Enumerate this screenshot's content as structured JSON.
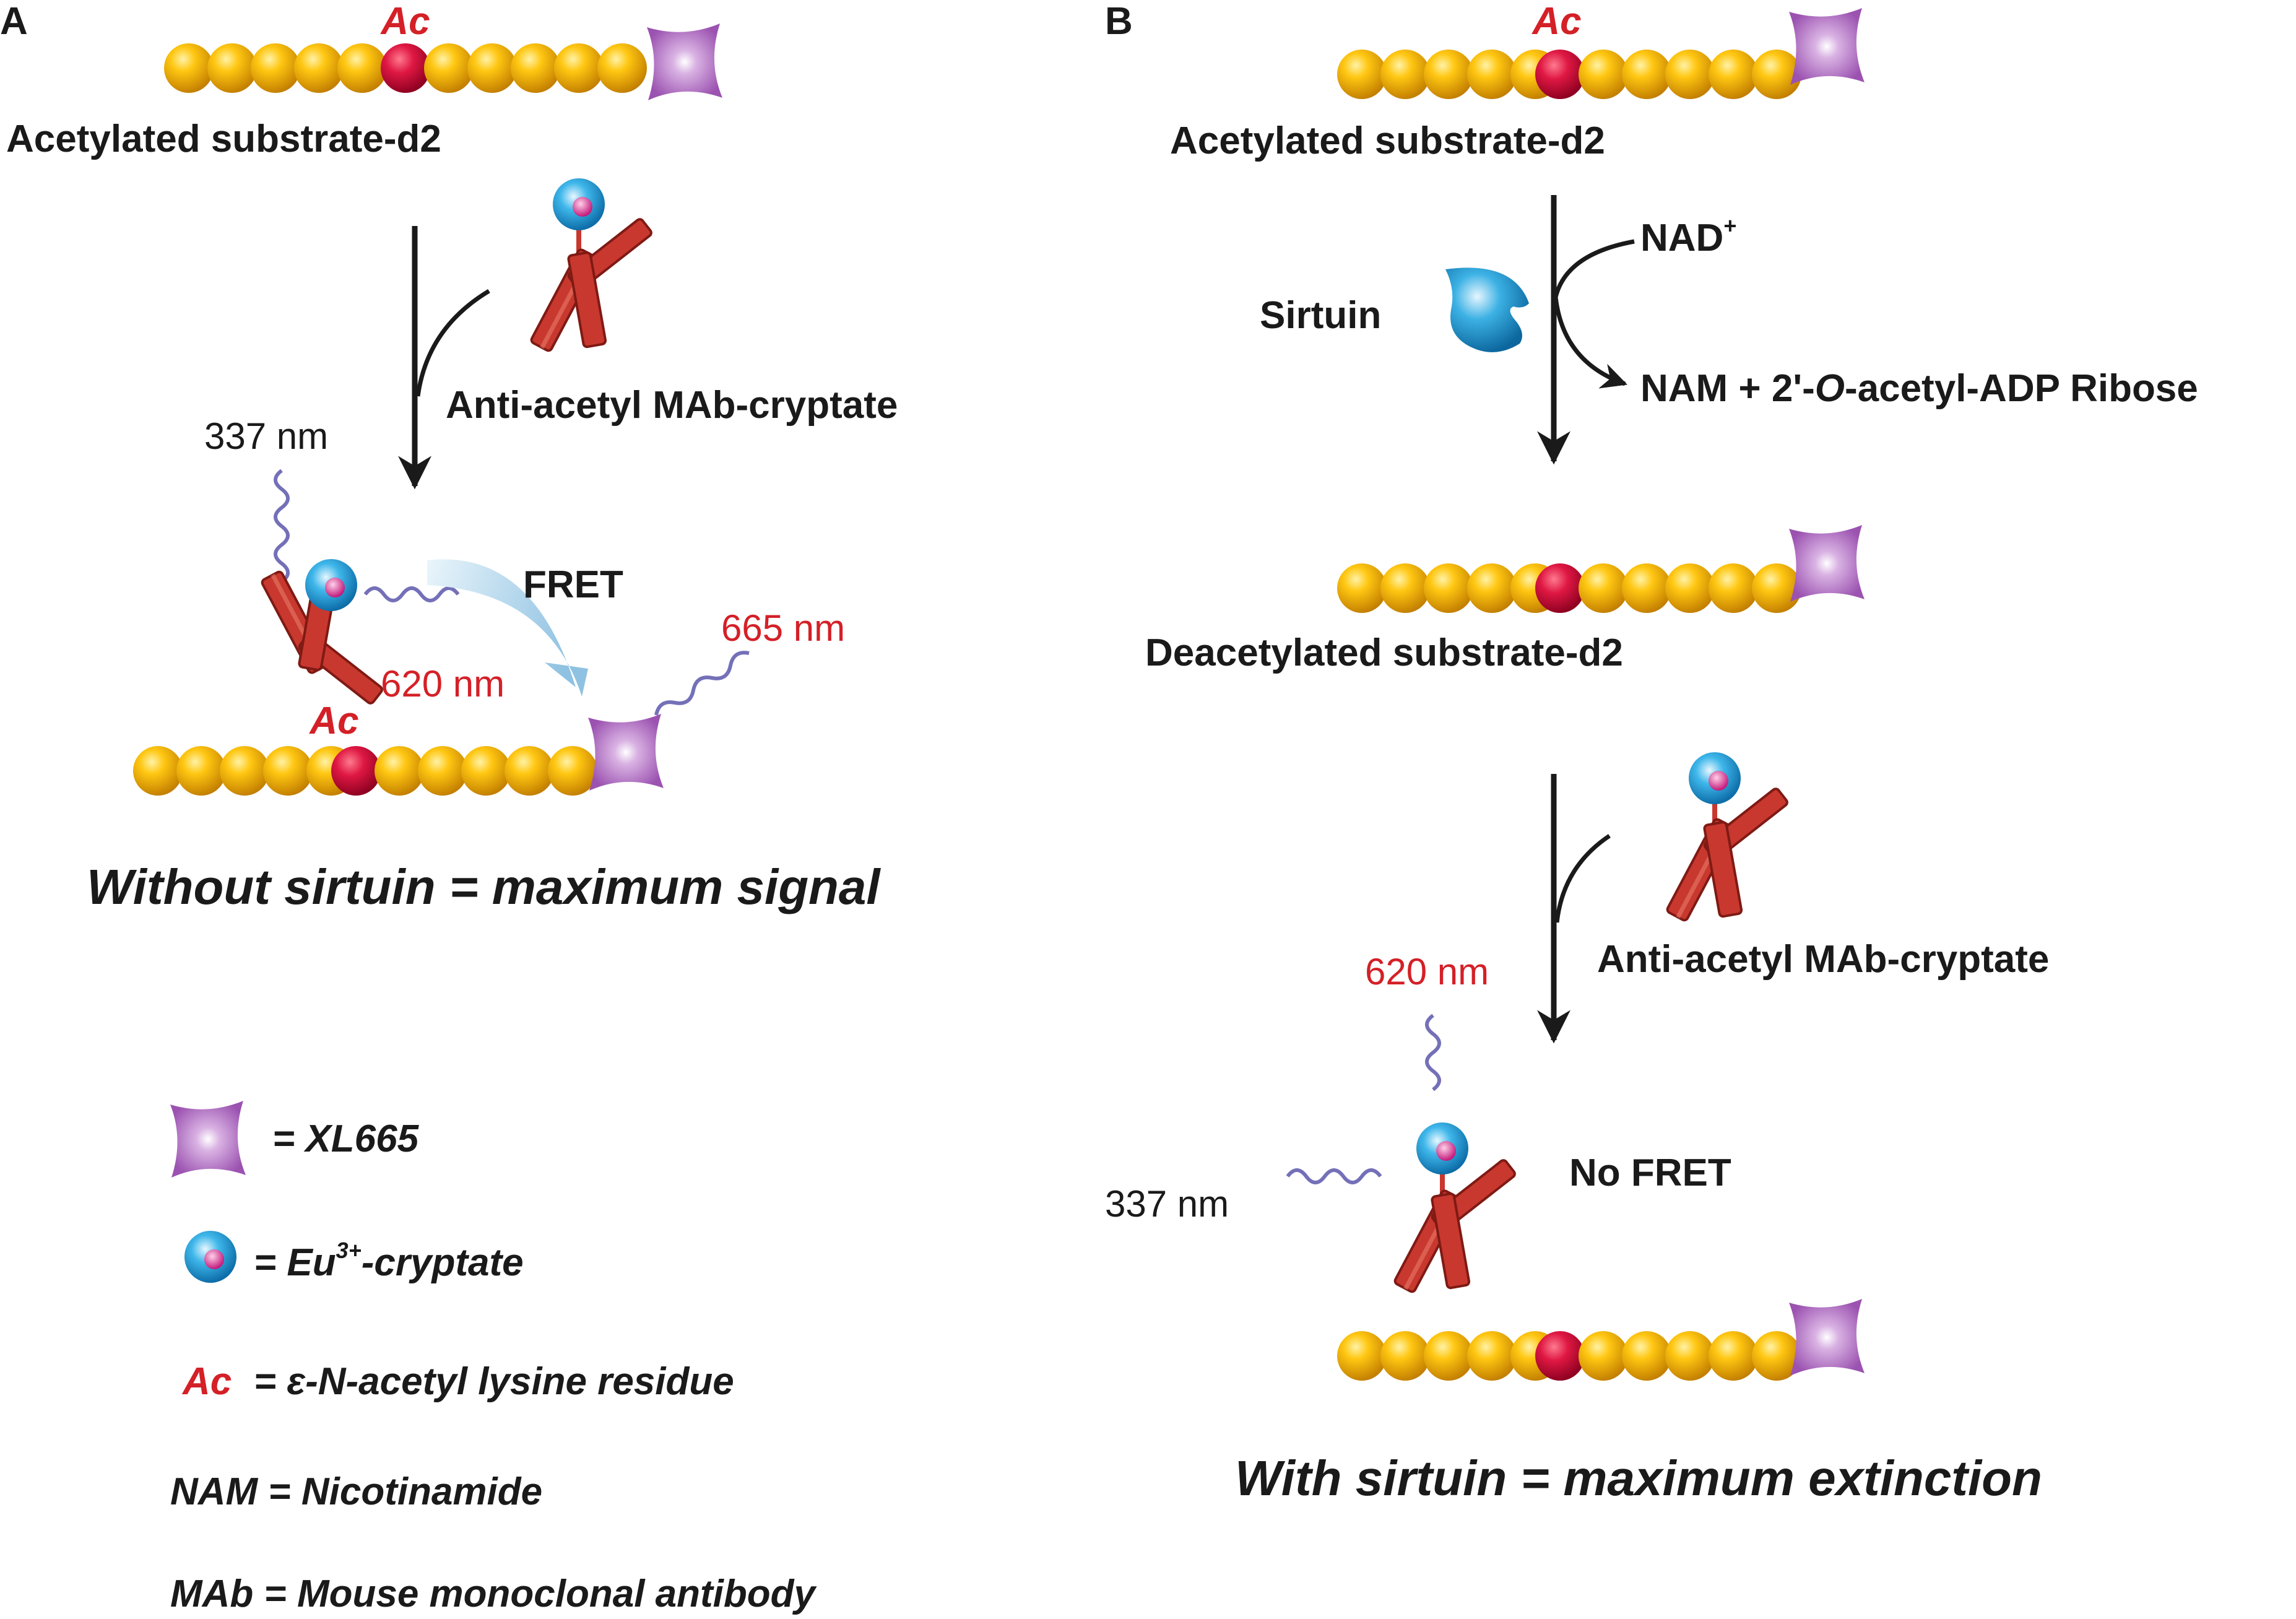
{
  "panel_a": {
    "letter": "A",
    "ac_tag": "Ac",
    "substrate_label": "Acetylated substrate-d2",
    "antibody_label": "Anti-acetyl MAb-cryptate",
    "excitation": "337 nm",
    "fret": "FRET",
    "donor_emission": "620 nm",
    "acceptor_emission": "665 nm",
    "complex_ac_tag": "Ac",
    "result": "Without sirtuin = maximum signal"
  },
  "legend": {
    "xl665": "= XL665",
    "cryptate_prefix": "= Eu",
    "cryptate_sup": "3+",
    "cryptate_suffix": "-cryptate",
    "ac_key": "Ac",
    "ac_def": "= ε-N-acetyl lysine residue",
    "nam": "NAM = Nicotinamide",
    "mab": "MAb = Mouse monoclonal antibody"
  },
  "panel_b": {
    "letter": "B",
    "ac_tag": "Ac",
    "substrate_label": "Acetylated substrate-d2",
    "nad": "NAD",
    "nad_sup": "+",
    "enzyme": "Sirtuin",
    "products_prefix": "NAM + 2'-",
    "products_italic": "O",
    "products_suffix": "-acetyl-ADP Ribose",
    "deacetylated_label": "Deacetylated substrate-d2",
    "antibody_label": "Anti-acetyl MAb-cryptate",
    "donor_emission": "620 nm",
    "excitation": "337 nm",
    "no_fret": "No FRET",
    "result": "With sirtuin = maximum extinction"
  },
  "colors": {
    "bead": "#f2b400",
    "acetyl_bead": "#d0103a",
    "antibody": "#c8382f",
    "acceptor": "#a45bb5",
    "donor": "#2aa0d8",
    "photon": "#7470b8",
    "label_red": "#d42027"
  }
}
